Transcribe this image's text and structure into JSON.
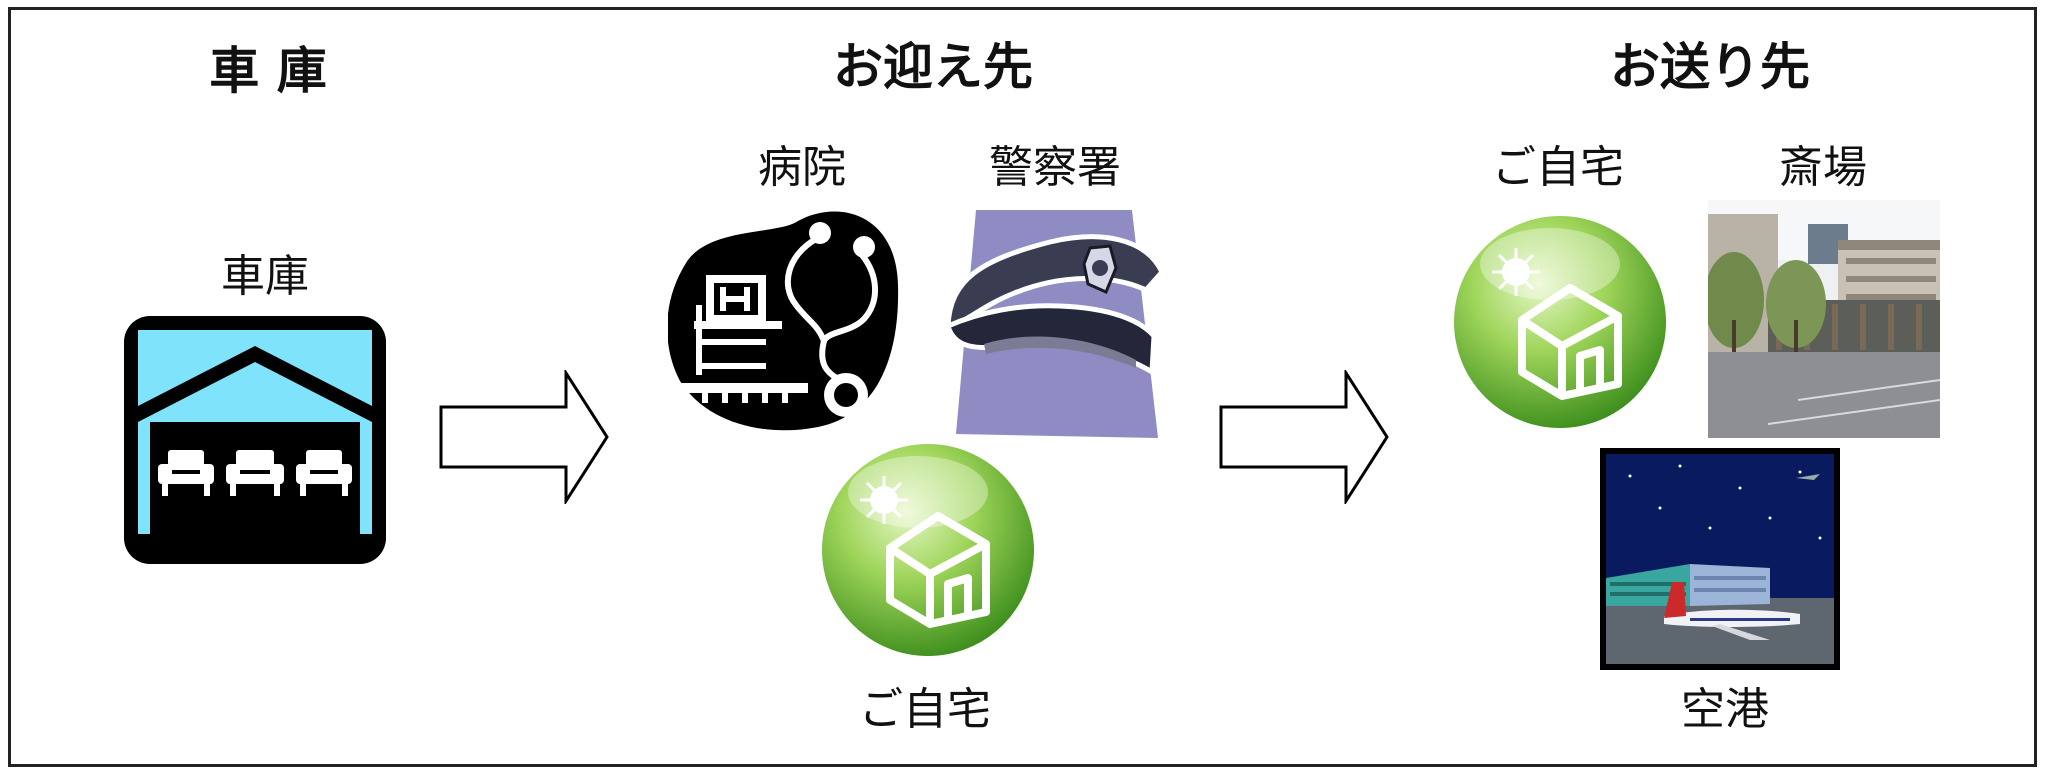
{
  "headers": {
    "garage": "車 庫",
    "pickup": "お迎え先",
    "dropoff": "お送り先"
  },
  "labels": {
    "garage": "車庫",
    "hospital": "病院",
    "police": "警察署",
    "home_pickup": "ご自宅",
    "home_dropoff": "ご自宅",
    "funeral_hall": "斎場",
    "airport": "空港"
  },
  "icons": [
    "garage-icon",
    "hospital-icon",
    "police-cap-icon",
    "home-icon",
    "funeral-hall-image",
    "airport-image",
    "arrow-right-icon"
  ],
  "colors": {
    "garage_sky": "#7fe3fb",
    "home_green": "#7cc23c",
    "police_bg": "#8e8cc2",
    "airport_night": "#0a1a5e"
  }
}
